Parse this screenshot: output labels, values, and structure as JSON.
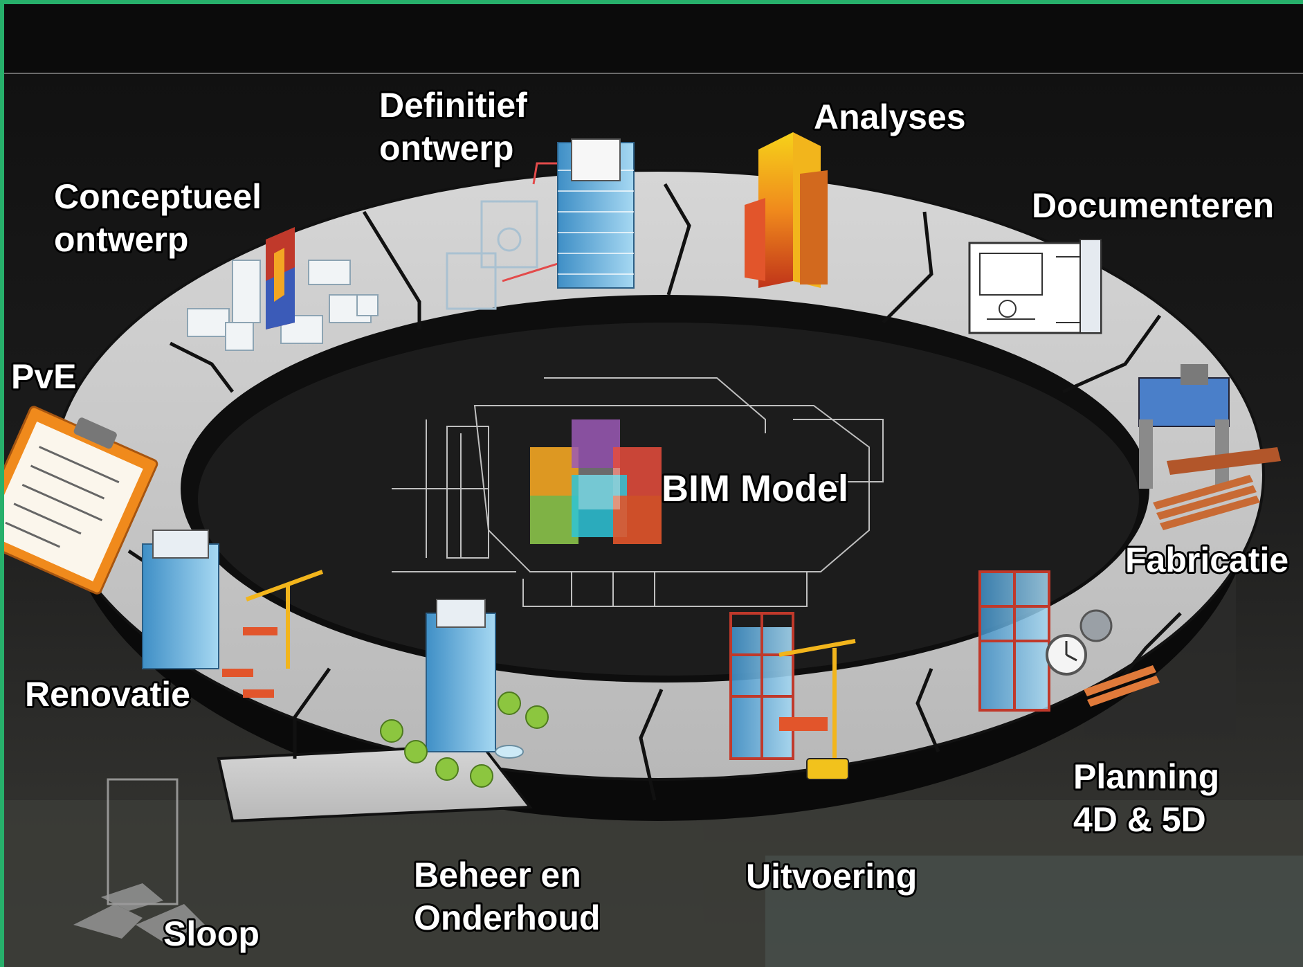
{
  "center": {
    "label": "BIM Model"
  },
  "stages": [
    {
      "key": "pve",
      "lines": [
        "PvE"
      ]
    },
    {
      "key": "conceptueel",
      "lines": [
        "Conceptueel",
        "ontwerp"
      ]
    },
    {
      "key": "definitief",
      "lines": [
        "Definitief",
        "ontwerp"
      ]
    },
    {
      "key": "analyses",
      "lines": [
        "Analyses"
      ]
    },
    {
      "key": "documenteren",
      "lines": [
        "Documenteren"
      ]
    },
    {
      "key": "fabricatie",
      "lines": [
        "Fabricatie"
      ]
    },
    {
      "key": "planning",
      "lines": [
        "Planning",
        "4D & 5D"
      ]
    },
    {
      "key": "uitvoering",
      "lines": [
        "Uitvoering"
      ]
    },
    {
      "key": "beheer",
      "lines": [
        "Beheer en",
        "Onderhoud"
      ]
    },
    {
      "key": "sloop",
      "lines": [
        "Sloop"
      ]
    },
    {
      "key": "renovatie",
      "lines": [
        "Renovatie"
      ]
    }
  ],
  "colors": {
    "ring": "#c9c9c9",
    "ring_edge": "#1a1a1a",
    "label": "#ffffff",
    "frame_accent": "#27b06b",
    "building_blue": "#6fb7e0",
    "heatmap_orange": "#f08a1c",
    "crane_yellow": "#f2b51c"
  },
  "icons": [
    "clipboard-icon",
    "massing-model-icon",
    "tower-wireframe-icon",
    "heatmap-tower-icon",
    "floorplan-icon",
    "fabrication-machine-icon",
    "schedule-clock-icon",
    "construction-crane-icon",
    "park-building-icon",
    "demolition-rubble-icon",
    "renovation-crane-icon",
    "bim-cube-logo-icon"
  ]
}
